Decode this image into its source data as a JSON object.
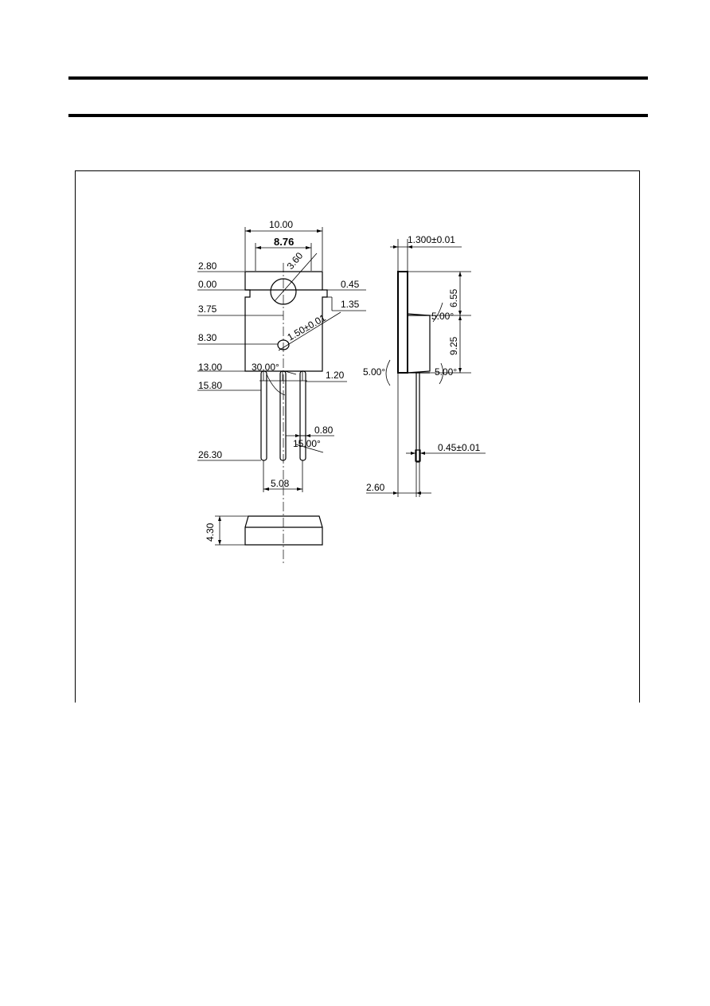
{
  "drawing": {
    "front_view": {
      "width_overall": "10.00",
      "width_tab": "8.76",
      "hole_diameter": "3.60",
      "dim_280": "2.80",
      "dim_000": "0.00",
      "dim_045": "0.45",
      "dim_375": "3.75",
      "dim_135": "1.35",
      "dim_830": "8.30",
      "marker_dim": "1.50±0.01",
      "dim_1300": "13.00",
      "angle_30": "30.00°",
      "dim_120": "1.20",
      "dim_1580": "15.80",
      "dim_080": "0.80",
      "angle_15": "15.00°",
      "dim_2630": "26.30",
      "pitch": "5.08"
    },
    "bottom_view": {
      "height": "4.30"
    },
    "side_view": {
      "tab_thickness": "1.300±0.01",
      "dim_655": "6.55",
      "angle_top": "5.00°",
      "dim_925": "9.25",
      "angle_left": "5.00°",
      "angle_right": "5.00°",
      "lead_thickness": "0.45±0.01",
      "dim_260": "2.60"
    }
  }
}
